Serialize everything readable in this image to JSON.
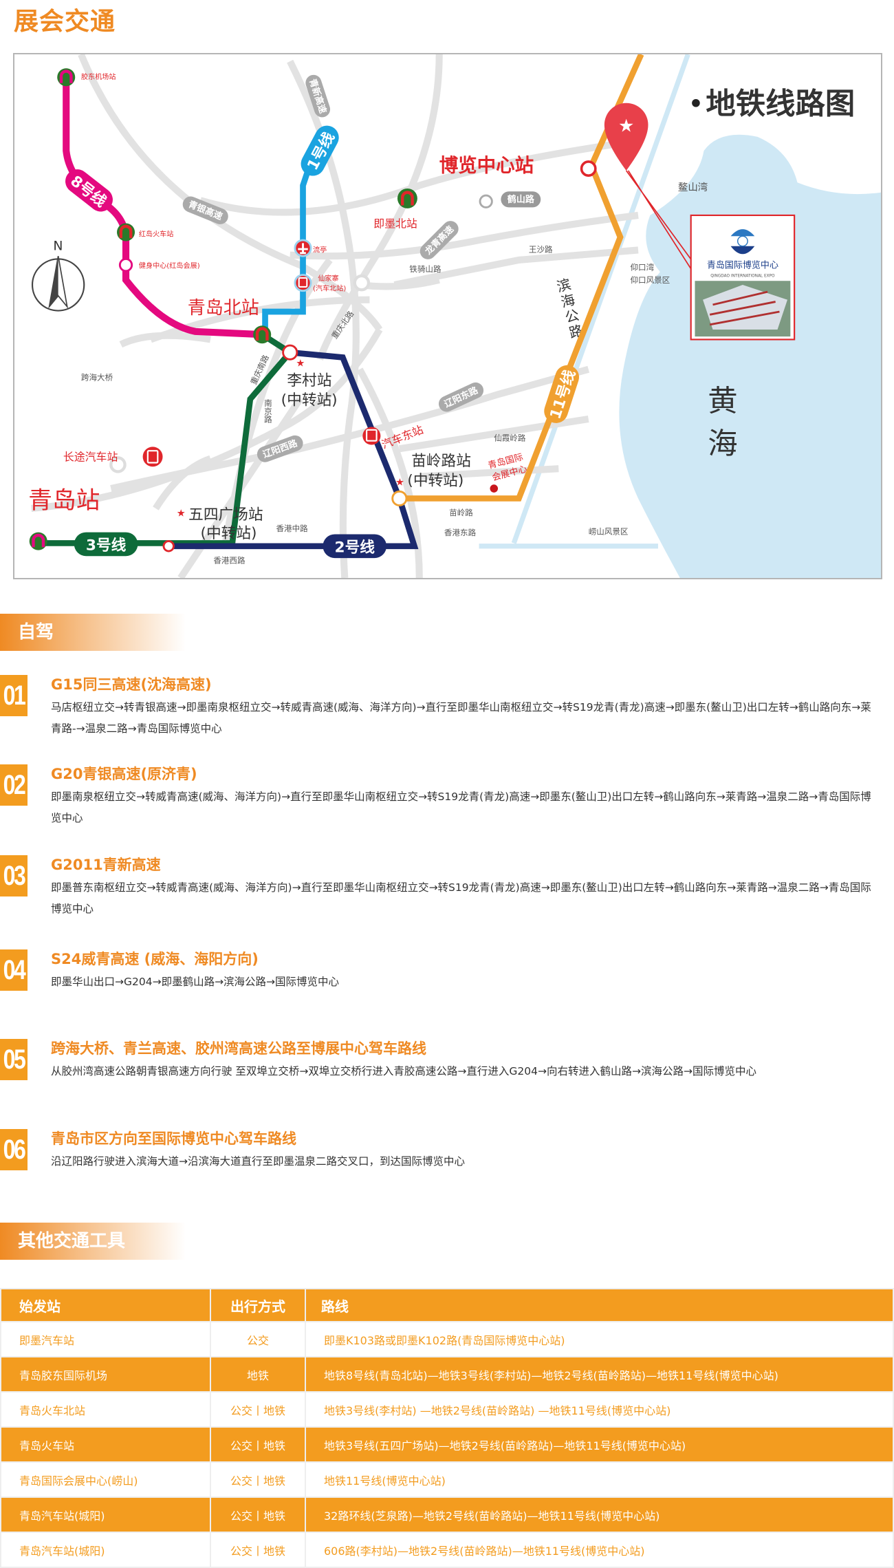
{
  "page_title": "展会交通",
  "map": {
    "title": "地铁线路图",
    "compass": "N",
    "lines": {
      "l8": "8号线",
      "l1": "1号线",
      "l3": "3号线",
      "l2": "2号线",
      "l11": "11号线"
    },
    "stations": {
      "airport": "胶东机场站",
      "hongdao_rail": "红岛火车站",
      "fitness": "健身中心(红岛会展)",
      "qd_north": "青岛北站",
      "liuting": "流亭",
      "xianjiazhai": "仙家寨",
      "bus_north": "(汽车北站)",
      "jimo_north": "即墨北站",
      "expo_station": "博览中心站",
      "licun": "李村站",
      "licun_sub": "(中转站)",
      "bus_east": "汽车东站",
      "long_bus": "长途汽车站",
      "qingdao": "青岛站",
      "wusi": "五四广场站",
      "wusi_sub": "(中转站)",
      "miaoling": "苗岭路站",
      "miaoling_sub": "(中转站)",
      "conv_center": "青岛国际",
      "conv_center2": "会展中心"
    },
    "roads": {
      "qingxin": "青新高速",
      "qingyin": "青银高速",
      "longqing": "龙青高速",
      "heshan": "鹤山路",
      "wangsha": "王沙路",
      "tieqishan": "铁骑山路",
      "chongqing_n": "重庆北路",
      "chongqing_s": "重庆南路",
      "nanjing": "南京路",
      "liaoyang_e": "辽阳东路",
      "liaoyang_w": "辽阳西路",
      "xianxialing": "仙霞岭路",
      "miaoling_rd": "苗岭路",
      "hk_e": "香港东路",
      "hk_m": "香港中路",
      "hk_w": "香港西路",
      "binhai": "滨海公路",
      "bridge": "跨海大桥"
    },
    "places": {
      "aoshan_bay": "鳌山湾",
      "yangkou_bay": "仰口湾",
      "yangkou_scenic": "仰口风景区",
      "yellow_sea_1": "黄",
      "yellow_sea_2": "海",
      "laoshan": "崂山风景区"
    },
    "expo_card": {
      "name": "青岛国际博览中心",
      "name_en": "QINGDAO INTERNATIONAL EXPO"
    },
    "colors": {
      "line8": "#e4097f",
      "line1": "#1aa3e0",
      "line3": "#0e6b3a",
      "line2": "#1c2a6e",
      "line11": "#f0a030",
      "sea": "#cfe8f5",
      "station_red": "#e0262b"
    }
  },
  "self_drive": {
    "heading": "自驾",
    "routes": [
      {
        "num": "01",
        "title": "G15同三高速(沈海高速)",
        "desc": "马店枢纽立交→转青银高速→即墨南泉枢纽立交→转威青高速(威海、海洋方向)→直行至即墨华山南枢纽立交→转S19龙青(青龙)高速→即墨东(鳌山卫)出口左转→鹤山路向东→莱青路-→温泉二路→青岛国际博览中心"
      },
      {
        "num": "02",
        "title": "G20青银高速(原济青)",
        "desc": "即墨南泉枢纽立交→转威青高速(威海、海洋方向)→直行至即墨华山南枢纽立交→转S19龙青(青龙)高速→即墨东(鳌山卫)出口左转→鹤山路向东→莱青路→温泉二路→青岛国际博览中心"
      },
      {
        "num": "03",
        "title": "G2011青新高速",
        "desc": "即墨普东南枢纽立交→转威青高速(威海、海洋方向)→直行至即墨华山南枢纽立交→转S19龙青(青龙)高速→即墨东(鳌山卫)出口左转→鹤山路向东→莱青路→温泉二路→青岛国际博览中心"
      },
      {
        "num": "04",
        "title": "S24威青高速 (威海、海阳方向)",
        "desc": "即墨华山出口→G204→即墨鹤山路→滨海公路→国际博览中心"
      },
      {
        "num": "05",
        "title": "跨海大桥、青兰高速、胶州湾高速公路至博展中心驾车路线",
        "desc": "从胶州湾高速公路朝青银高速方向行驶 至双埠立交桥→双埠立交桥行进入青胶高速公路→直行进入G204→向右转进入鹤山路→滨海公路→国际博览中心"
      },
      {
        "num": "06",
        "title": "青岛市区方向至国际博览中心驾车路线",
        "desc": "沿辽阳路行驶进入滨海大道→沿滨海大道直行至即墨温泉二路交叉口，到达国际博览中心"
      }
    ]
  },
  "other": {
    "heading": "其他交通工具",
    "table": {
      "headers": [
        "始发站",
        "出行方式",
        "路线"
      ],
      "rows": [
        [
          "即墨汽车站",
          "公交",
          "即墨K103路或即墨K102路(青岛国际博览中心站)"
        ],
        [
          "青岛胶东国际机场",
          "地铁",
          "地铁8号线(青岛北站)—地铁3号线(李村站)—地铁2号线(苗岭路站)—地铁11号线(博览中心站)"
        ],
        [
          "青岛火车北站",
          "公交丨地铁",
          "地铁3号线(李村站) —地铁2号线(苗岭路站) —地铁11号线(博览中心站)"
        ],
        [
          "青岛火车站",
          "公交丨地铁",
          "地铁3号线(五四广场站)—地铁2号线(苗岭路站)—地铁11号线(博览中心站)"
        ],
        [
          "青岛国际会展中心(崂山)",
          "公交丨地铁",
          "地铁11号线(博览中心站)"
        ],
        [
          "青岛汽车站(城阳)",
          "公交丨地铁",
          "32路环线(芝泉路)—地铁2号线(苗岭路站)—地铁11号线(博览中心站)"
        ],
        [
          "青岛汽车站(城阳)",
          "公交丨地铁",
          "606路(李村站)—地铁2号线(苗岭路站)—地铁11号线(博览中心站)"
        ]
      ]
    }
  }
}
